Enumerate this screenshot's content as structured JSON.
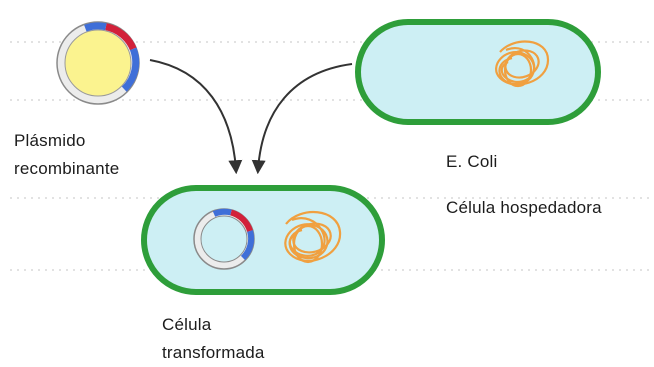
{
  "labels": {
    "plasmid_line1": "Plásmido",
    "plasmid_line2": "recombinante",
    "ecoli": "E. Coli",
    "host_cell": "Célula hospedadora",
    "transformed_line1": "Célula",
    "transformed_line2": "transformada"
  },
  "colors": {
    "cell_wall": "#2e9e3a",
    "cytoplasm": "#cdeff4",
    "plasmid_fill": "#fbf38f",
    "plasmid_ring": "#ececec",
    "insert_red": "#d2213a",
    "insert_blue": "#3f6fd8",
    "chromosome": "#f0a040",
    "arrow": "#333333"
  }
}
